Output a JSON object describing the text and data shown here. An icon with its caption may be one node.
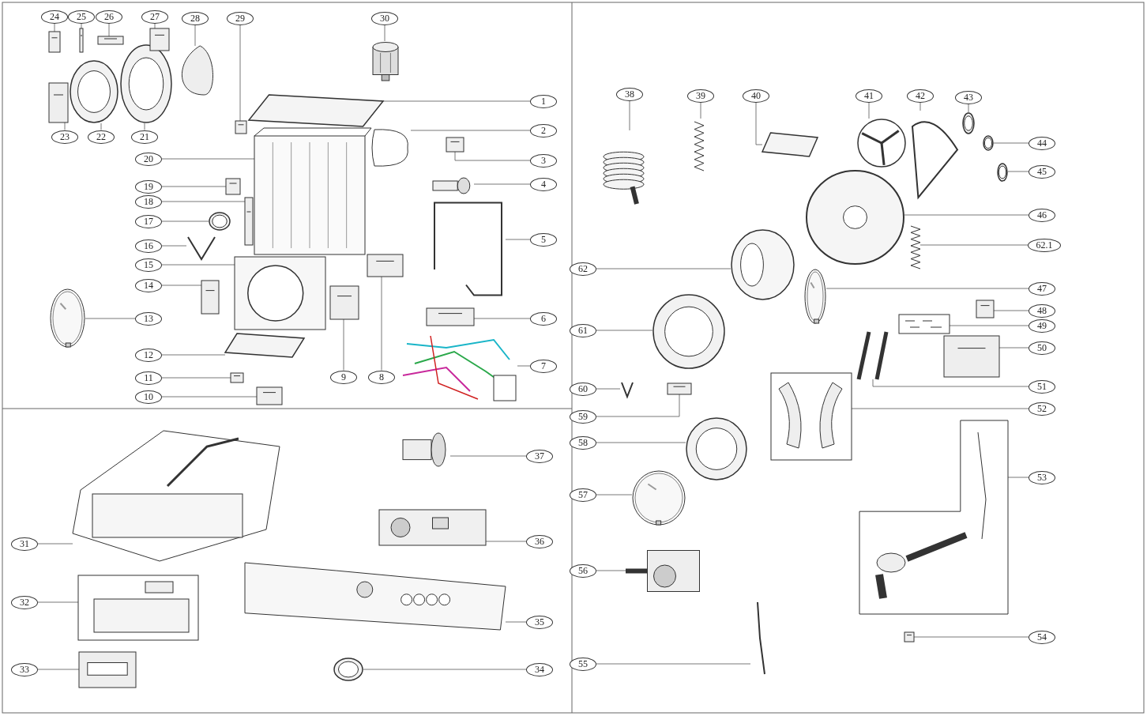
{
  "diagram": {
    "nodes": [
      {
        "text": [
          "1"
        ]
      },
      {
        "text": [],
        "shape": "picture"
      },
      {
        "text": [
          "2"
        ]
      },
      {
        "text": [],
        "shape": "picture"
      },
      {
        "text": [
          "3"
        ]
      },
      {
        "text": [],
        "shape": "picture"
      },
      {
        "text": [
          "4"
        ]
      },
      {
        "text": [],
        "shape": "picture"
      },
      {
        "text": [
          "5"
        ]
      },
      {
        "text": [],
        "shape": "picture"
      },
      {
        "text": [
          "6"
        ]
      },
      {
        "text": [],
        "shape": "picture"
      },
      {
        "text": [
          "7"
        ]
      },
      {
        "text": [],
        "shape": "picture"
      },
      {
        "text": [
          "8"
        ]
      },
      {
        "text": [],
        "shape": "picture"
      },
      {
        "text": [
          "9"
        ]
      },
      {
        "text": [],
        "shape": "picture"
      },
      {
        "text": [
          "10"
        ]
      },
      {
        "text": [],
        "shape": "picture"
      },
      {
        "text": [
          "11"
        ]
      },
      {
        "text": [],
        "shape": "picture"
      },
      {
        "text": [
          "12"
        ]
      },
      {
        "text": [],
        "shape": "picture"
      },
      {
        "text": [
          "13"
        ]
      },
      {
        "text": [],
        "shape": "picture"
      },
      {
        "text": [
          "14"
        ]
      },
      {
        "text": [],
        "shape": "picture"
      },
      {
        "text": [
          "15"
        ]
      },
      {
        "text": [],
        "shape": "picture"
      },
      {
        "text": [
          "16"
        ]
      },
      {
        "text": [],
        "shape": "picture"
      },
      {
        "text": [
          "17"
        ]
      },
      {
        "text": [],
        "shape": "picture"
      },
      {
        "text": [
          "18"
        ]
      },
      {
        "text": [],
        "shape": "picture"
      },
      {
        "text": [
          "19"
        ]
      },
      {
        "text": [],
        "shape": "picture"
      },
      {
        "text": [
          "20"
        ]
      },
      {
        "text": [],
        "shape": "picture"
      },
      {
        "text": [
          "21"
        ]
      },
      {
        "text": [],
        "shape": "picture"
      },
      {
        "text": [
          "22"
        ]
      },
      {
        "text": [],
        "shape": "picture"
      },
      {
        "text": [
          "23"
        ]
      },
      {
        "text": [],
        "shape": "picture"
      },
      {
        "text": [
          "24"
        ]
      },
      {
        "text": [],
        "shape": "picture"
      },
      {
        "text": [
          "25"
        ]
      },
      {
        "text": [],
        "shape": "picture"
      },
      {
        "text": [
          "26"
        ]
      },
      {
        "text": [],
        "shape": "picture"
      },
      {
        "text": [
          "27"
        ]
      },
      {
        "text": [],
        "shape": "picture"
      },
      {
        "text": [
          "28"
        ]
      },
      {
        "text": [],
        "shape": "picture"
      },
      {
        "text": [
          "29"
        ]
      },
      {
        "text": [],
        "shape": "picture"
      },
      {
        "text": [
          "30"
        ]
      },
      {
        "text": [],
        "shape": "picture"
      },
      {
        "text": [
          "31"
        ]
      },
      {
        "text": [],
        "shape": "picture"
      },
      {
        "text": [
          "32"
        ]
      },
      {
        "text": [],
        "shape": "picture"
      },
      {
        "text": [
          "33"
        ]
      },
      {
        "text": [],
        "shape": "picture"
      },
      {
        "text": [
          "34"
        ]
      },
      {
        "text": [],
        "shape": "picture"
      },
      {
        "text": [
          "35"
        ]
      },
      {
        "text": [],
        "shape": "picture"
      },
      {
        "text": [
          "36"
        ]
      },
      {
        "text": [],
        "shape": "picture"
      },
      {
        "text": [
          "37"
        ]
      },
      {
        "text": [],
        "shape": "picture"
      },
      {
        "text": [
          "38"
        ]
      },
      {
        "text": [],
        "shape": "picture"
      },
      {
        "text": [
          "39"
        ]
      },
      {
        "text": [],
        "shape": "picture"
      },
      {
        "text": [
          "40"
        ]
      },
      {
        "text": [],
        "shape": "picture"
      },
      {
        "text": [
          "41"
        ]
      },
      {
        "text": [],
        "shape": "picture"
      },
      {
        "text": [
          "42"
        ]
      },
      {
        "text": [],
        "shape": "picture"
      },
      {
        "text": [
          "43"
        ]
      },
      {
        "text": [],
        "shape": "picture"
      },
      {
        "text": [
          "44"
        ]
      },
      {
        "text": [],
        "shape": "picture"
      },
      {
        "text": [
          "45"
        ]
      },
      {
        "text": [],
        "shape": "picture"
      },
      {
        "text": [
          "46"
        ]
      },
      {
        "text": [],
        "shape": "picture"
      },
      {
        "text": [
          "47"
        ]
      },
      {
        "text": [],
        "shape": "picture"
      },
      {
        "text": [
          "48"
        ]
      },
      {
        "text": [],
        "shape": "picture"
      },
      {
        "text": [
          "49"
        ]
      },
      {
        "text": [],
        "shape": "picture"
      },
      {
        "text": [
          "50"
        ]
      },
      {
        "text": [],
        "shape": "picture"
      },
      {
        "text": [
          "51"
        ]
      },
      {
        "text": [],
        "shape": "picture"
      },
      {
        "text": [
          "52"
        ]
      },
      {
        "text": [],
        "shape": "picture"
      },
      {
        "text": [
          "53"
        ]
      },
      {
        "text": [],
        "shape": "picture"
      },
      {
        "text": [
          "54"
        ]
      },
      {
        "text": [],
        "shape": "picture"
      },
      {
        "text": [
          "55"
        ]
      },
      {
        "text": [],
        "shape": "picture"
      },
      {
        "text": [
          "56"
        ]
      },
      {
        "text": [],
        "shape": "picture"
      },
      {
        "text": [
          "57"
        ]
      },
      {
        "text": [],
        "shape": "picture"
      },
      {
        "text": [
          "58"
        ]
      },
      {
        "text": [],
        "shape": "picture"
      },
      {
        "text": [
          "59"
        ]
      },
      {
        "text": [],
        "shape": "picture"
      },
      {
        "text": [
          "60"
        ]
      },
      {
        "text": [],
        "shape": "picture"
      },
      {
        "text": [
          "61"
        ]
      },
      {
        "text": [],
        "shape": "picture"
      },
      {
        "text": [
          "62"
        ]
      },
      {
        "text": [],
        "shape": "picture"
      },
      {
        "text": [
          "62.1"
        ]
      },
      {
        "text": [],
        "shape": "picture"
      }
    ],
    "edges": [
      {
        "from": 0,
        "to": 1,
        "arrow": "none"
      },
      {
        "from": 2,
        "to": 3,
        "arrow": "none"
      },
      {
        "from": 4,
        "to": 5,
        "arrow": "none"
      },
      {
        "from": 6,
        "to": 7,
        "arrow": "none"
      },
      {
        "from": 8,
        "to": 9,
        "arrow": "none"
      },
      {
        "from": 10,
        "to": 11,
        "arrow": "none"
      },
      {
        "from": 12,
        "to": 13,
        "arrow": "none"
      },
      {
        "from": 14,
        "to": 15,
        "arrow": "none"
      },
      {
        "from": 16,
        "to": 17,
        "arrow": "none"
      },
      {
        "from": 18,
        "to": 19,
        "arrow": "none"
      },
      {
        "from": 20,
        "to": 21,
        "arrow": "none"
      },
      {
        "from": 22,
        "to": 23,
        "arrow": "none"
      },
      {
        "from": 24,
        "to": 25,
        "arrow": "none"
      },
      {
        "from": 26,
        "to": 27,
        "arrow": "none"
      },
      {
        "from": 28,
        "to": 29,
        "arrow": "none"
      },
      {
        "from": 30,
        "to": 31,
        "arrow": "none"
      },
      {
        "from": 32,
        "to": 33,
        "arrow": "none"
      },
      {
        "from": 34,
        "to": 35,
        "arrow": "none"
      },
      {
        "from": 36,
        "to": 37,
        "arrow": "none"
      },
      {
        "from": 38,
        "to": 39,
        "arrow": "none"
      },
      {
        "from": 40,
        "to": 41,
        "arrow": "none"
      },
      {
        "from": 42,
        "to": 43,
        "arrow": "none"
      },
      {
        "from": 44,
        "to": 45,
        "arrow": "none"
      },
      {
        "from": 46,
        "to": 47,
        "arrow": "none"
      },
      {
        "from": 48,
        "to": 49,
        "arrow": "none"
      },
      {
        "from": 50,
        "to": 51,
        "arrow": "none"
      },
      {
        "from": 52,
        "to": 53,
        "arrow": "none"
      },
      {
        "from": 54,
        "to": 55,
        "arrow": "none"
      },
      {
        "from": 56,
        "to": 57,
        "arrow": "none"
      },
      {
        "from": 58,
        "to": 59,
        "arrow": "none"
      },
      {
        "from": 60,
        "to": 61,
        "arrow": "none"
      },
      {
        "from": 62,
        "to": 63,
        "arrow": "none"
      },
      {
        "from": 64,
        "to": 65,
        "arrow": "none"
      },
      {
        "from": 66,
        "to": 67,
        "arrow": "none"
      },
      {
        "from": 68,
        "to": 69,
        "arrow": "none"
      },
      {
        "from": 70,
        "to": 71,
        "arrow": "none"
      },
      {
        "from": 72,
        "to": 73,
        "arrow": "none"
      },
      {
        "from": 74,
        "to": 75,
        "arrow": "none"
      },
      {
        "from": 76,
        "to": 77,
        "arrow": "none"
      },
      {
        "from": 78,
        "to": 79,
        "arrow": "none"
      },
      {
        "from": 80,
        "to": 81,
        "arrow": "none"
      },
      {
        "from": 82,
        "to": 83,
        "arrow": "none"
      },
      {
        "from": 84,
        "to": 85,
        "arrow": "none"
      },
      {
        "from": 86,
        "to": 87,
        "arrow": "none"
      },
      {
        "from": 88,
        "to": 89,
        "arrow": "none"
      },
      {
        "from": 90,
        "to": 91,
        "arrow": "none"
      },
      {
        "from": 92,
        "to": 93,
        "arrow": "none"
      },
      {
        "from": 94,
        "to": 95,
        "arrow": "none"
      },
      {
        "from": 96,
        "to": 97,
        "arrow": "none"
      },
      {
        "from": 98,
        "to": 99,
        "arrow": "none"
      },
      {
        "from": 100,
        "to": 101,
        "arrow": "none"
      },
      {
        "from": 102,
        "to": 103,
        "arrow": "none"
      },
      {
        "from": 104,
        "to": 105,
        "arrow": "none"
      },
      {
        "from": 106,
        "to": 107,
        "arrow": "none"
      },
      {
        "from": 108,
        "to": 109,
        "arrow": "none"
      },
      {
        "from": 110,
        "to": 111,
        "arrow": "none"
      },
      {
        "from": 112,
        "to": 113,
        "arrow": "none"
      },
      {
        "from": 114,
        "to": 115,
        "arrow": "none"
      },
      {
        "from": 116,
        "to": 117,
        "arrow": "none"
      },
      {
        "from": 118,
        "to": 119,
        "arrow": "none"
      },
      {
        "from": 120,
        "to": 121,
        "arrow": "none"
      },
      {
        "from": 122,
        "to": 123,
        "arrow": "none"
      },
      {
        "from": 124,
        "to": 125,
        "arrow": "none"
      }
    ]
  }
}
